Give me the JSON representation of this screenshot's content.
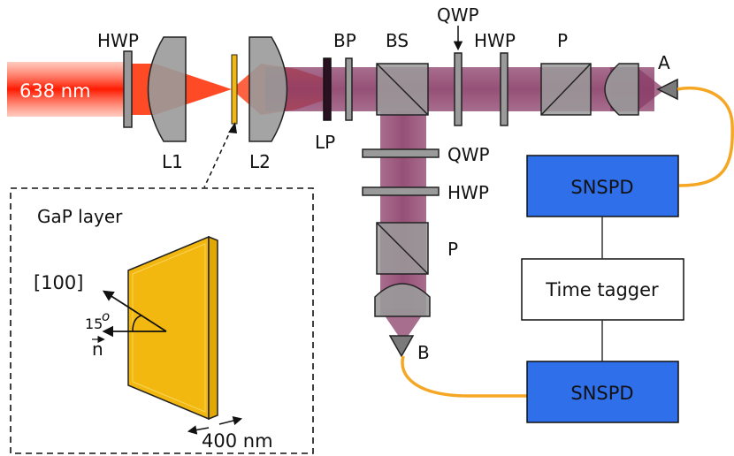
{
  "colors": {
    "laser": "#ff2a00",
    "beam": "#8a3d68",
    "optic_gray": "#9a9a9a",
    "detector_blue": "#2f6fea",
    "fiber": "#f5a623",
    "gap_layer": "#f3b80f"
  },
  "labels": {
    "source": "638 nm",
    "hwp_top_left": "HWP",
    "l1": "L1",
    "l2": "L2",
    "lp": "LP",
    "bp": "BP",
    "bs": "BS",
    "qwp_top": "QWP",
    "hwp_top": "HWP",
    "p_top": "P",
    "a": "A",
    "qwp_down": "QWP",
    "hwp_down": "HWP",
    "p_down": "P",
    "b": "B"
  },
  "boxes": {
    "snspd_top": "SNSPD",
    "time_tagger": "Time tagger",
    "snspd_bottom": "SNSPD"
  },
  "inset": {
    "title": "GaP layer",
    "direction": "[100]",
    "angle": "15",
    "angle_unit": "o",
    "normal": "n",
    "thickness": "400 nm"
  }
}
